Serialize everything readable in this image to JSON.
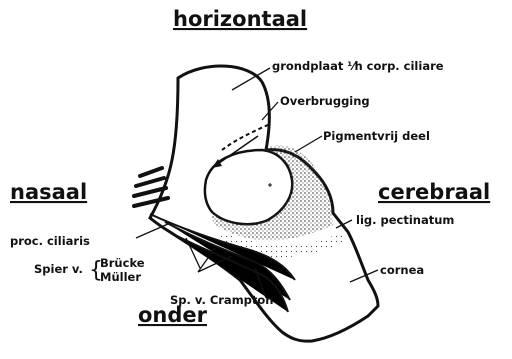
{
  "orientation": {
    "top": "horizontaal",
    "left": "nasaal",
    "right": "cerebraal",
    "bottom": "onder"
  },
  "labels": {
    "grondplaat": "grondplaat ⅟h corp. ciliare",
    "overbrugging": "Overbrugging",
    "pigmentvrij": "Pigmentvrij deel",
    "lig_pectinatum": "lig. pectinatum",
    "proc_ciliaris": "proc. ciliaris",
    "spier_v": "Spier v.",
    "brucke": "Brücke",
    "muller": "Müller",
    "crampton": "Sp. v. Crampton",
    "cornea": "cornea"
  },
  "colors": {
    "ink": "#111111",
    "stipple": "#333333",
    "paper": "#ffffff"
  }
}
